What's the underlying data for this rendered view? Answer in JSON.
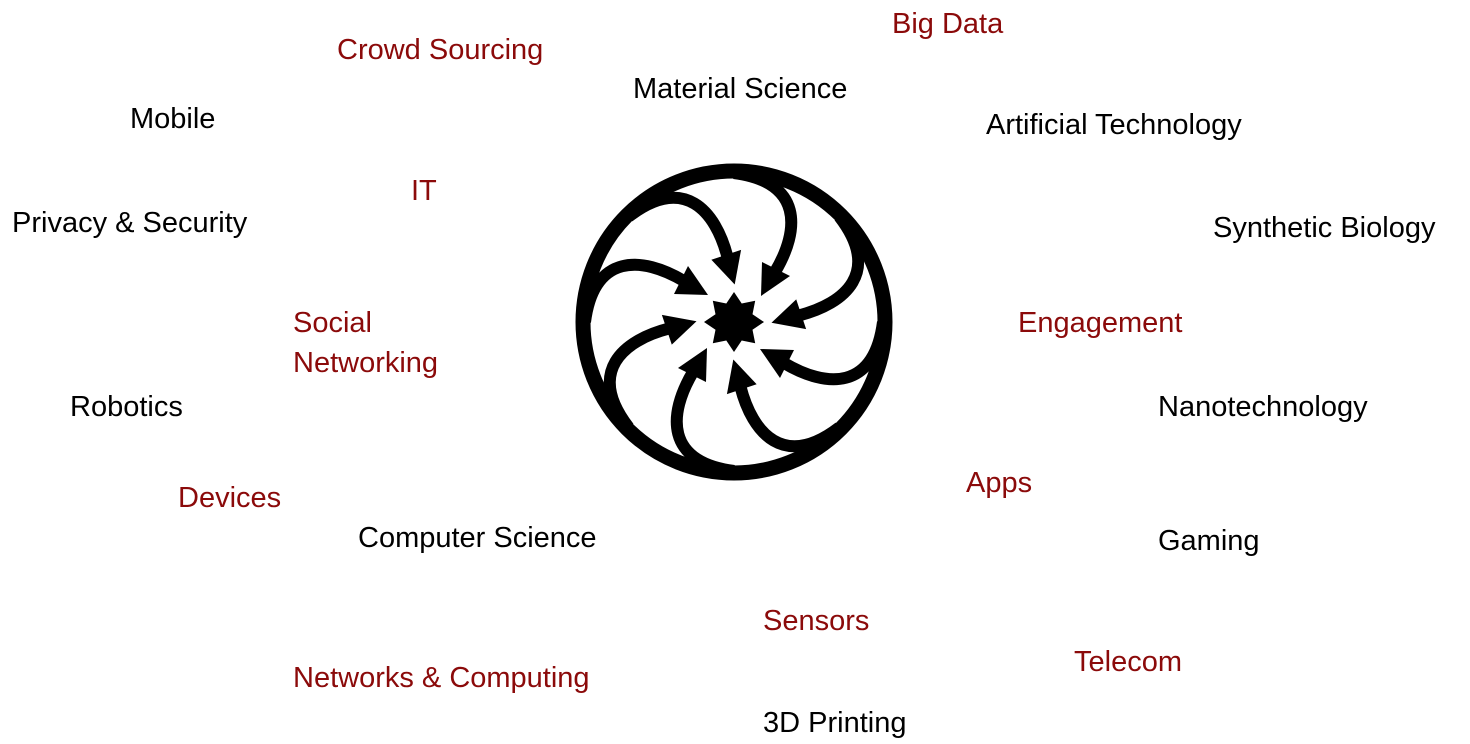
{
  "terms": {
    "big_data": "Big Data",
    "crowd_sourcing": "Crowd Sourcing",
    "material_science": "Material Science",
    "mobile": "Mobile",
    "artificial_technology": "Artificial Technology",
    "it": "IT",
    "privacy_security": "Privacy & Security",
    "synthetic_biology": "Synthetic Biology",
    "social_line1": "Social",
    "social_line2": "Networking",
    "engagement": "Engagement",
    "robotics": "Robotics",
    "nanotechnology": "Nanotechnology",
    "apps": "Apps",
    "devices": "Devices",
    "computer_science": "Computer Science",
    "gaming": "Gaming",
    "sensors": "Sensors",
    "telecom": "Telecom",
    "networks_computing": "Networks & Computing",
    "printing_3d": "3D Printing"
  },
  "colors": {
    "black_terms": "#000000",
    "red_terms": "#8b0a0a",
    "emblem": "#000000"
  },
  "emblem": {
    "icon": "converging-arrows-circle-icon",
    "arrow_count": 8
  }
}
